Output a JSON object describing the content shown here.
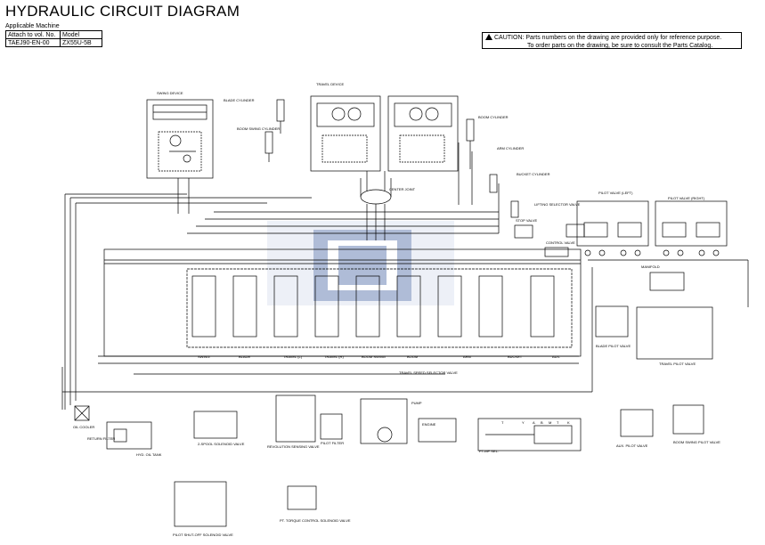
{
  "header": {
    "title": "HYDRAULIC CIRCUIT DIAGRAM",
    "applicable_machine_label": "Applicable Machine",
    "table": {
      "row1": [
        "Attach to vol. No.",
        "Model"
      ],
      "row2": [
        "TAEJ90-EN-00",
        "ZX55U-5B"
      ]
    }
  },
  "caution": {
    "line1": "CAUTION: Parts numbers on the drawing are provided only for reference purpose.",
    "line2": "To order parts on the drawing, be sure to consult the Parts Catalog."
  },
  "diagram": {
    "labels": {
      "swing_device": "SWING DEVICE",
      "blade_cylinder": "BLADE CYLINDER",
      "boom_swing_cylinder": "BOOM SWING CYLINDER",
      "travel_device": "TRAVEL DEVICE",
      "boom_cylinder": "BOOM CYLINDER",
      "arm_cylinder": "ARM CYLINDER",
      "bucket_cylinder": "BUCKET CYLINDER",
      "center_joint": "CENTER JOINT",
      "pilot_valve_left": "PILOT VALVE (LEFT)",
      "pilot_valve_right": "PILOT VALVE (RIGHT)",
      "stop_valve": "STOP VALVE",
      "lifting_selector": "LIFTING SELECTOR VALVE",
      "control_valve": "CONTROL VALVE",
      "manifold": "MANIFOLD",
      "blade_pilot": "BLADE PILOT VALVE",
      "travel_pilot": "TRAVEL PILOT VALVE",
      "aux_pilot": "AUX. PILOT VALVE",
      "boom_swing_pilot": "BOOM SWING PILOT VALVE",
      "oil_cooler": "OIL COOLER",
      "return_filter": "RETURN FILTER",
      "hyd_tank": "HYD. OIL TANK",
      "solenoid_valve": "2-SPOOL SOLENOID VALVE",
      "revolution_sensing": "REVOLUTION SENSING VALVE",
      "pilot_filter": "PILOT FILTER",
      "pump": "PUMP",
      "engine": "ENGINE",
      "pt_mp_sel": "PT-MP SEL.",
      "travel_speed": "TRAVEL SPEED SELECTOR VALVE",
      "pilot_shutoff": "PILOT SHUT-OFF SOLENOID VALVE",
      "travel_mode": "PT. TORQUE CONTROL SOLENOID VALVE"
    },
    "sections": [
      "SWING",
      "BLADE",
      "TRAVEL (L)",
      "TRAVEL (R)",
      "BOOM SWING",
      "BOOM",
      "ARM",
      "BUCKET",
      "AUX."
    ],
    "connector_letters": [
      "T",
      "Y",
      "A",
      "B",
      "M",
      "T",
      "K"
    ]
  },
  "colors": {
    "line": "#000000",
    "watermark": "#6f86b8"
  }
}
